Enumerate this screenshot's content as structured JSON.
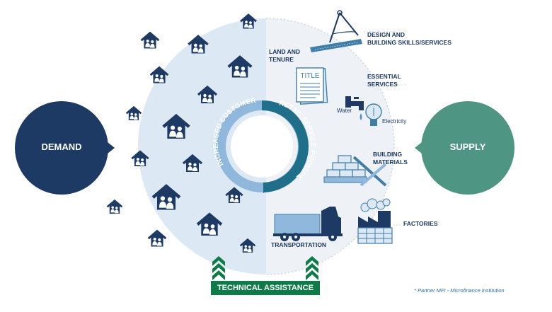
{
  "demand_label": "DEMAND",
  "supply_label": "SUPPLY",
  "ring": {
    "left_text": "INCREASED CUSTOMER BASE",
    "right_text": "RETAIL SERVICE PROVIDER"
  },
  "supply_items": {
    "design": "DESIGN AND\nBUILDING SKILLS/SERVICES",
    "land": "LAND AND\nTENURE",
    "title_doc": "TITLE",
    "essential": "ESSENTIAL\nSERVICES",
    "water": "Water",
    "electricity": "Electricity",
    "materials": "BUILDING\nMATERIALS",
    "factories": "FACTORIES",
    "transportation": "TRANSPORTATION"
  },
  "technical_assistance": "TECHNICAL ASSISTANCE",
  "footnote": "* Partner MFI - Microfinance institution",
  "colors": {
    "dark_navy": "#1c3a63",
    "supply_green": "#4f9583",
    "left_half": "#dce8f3",
    "right_half": "#eef2f6",
    "ring_blue": "#8fb8dc",
    "ring_teal": "#1f6f8b",
    "assistance_green": "#0e7a48"
  }
}
